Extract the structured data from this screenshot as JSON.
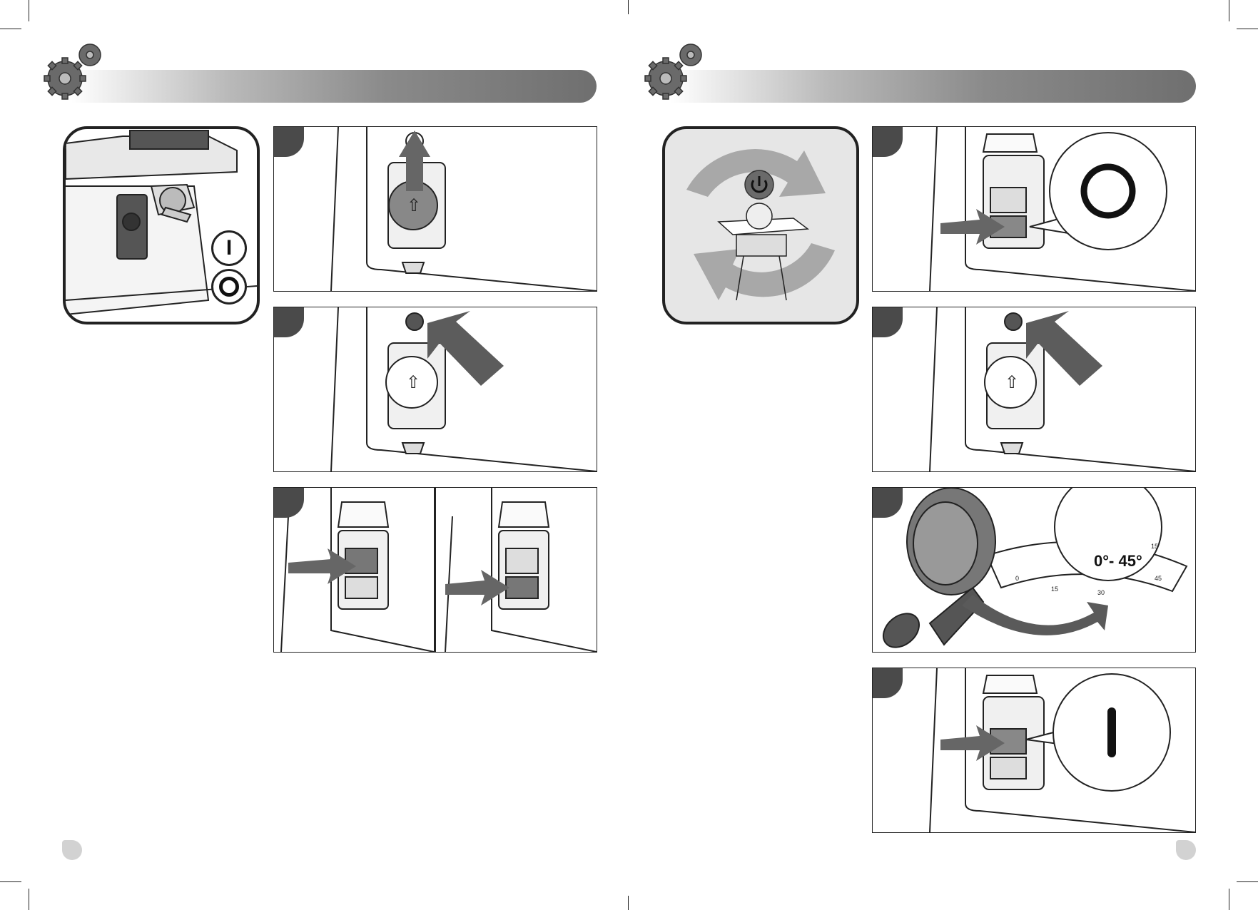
{
  "symbols": {
    "on": "I",
    "off": "O",
    "arrow": "⇧"
  },
  "angle_label": "0°- 45°",
  "scale_ticks": [
    "0",
    "15",
    "15",
    "30",
    "45"
  ],
  "icons": [
    "gears-icon",
    "power-icon",
    "saw-icon",
    "arrow-icon",
    "rotate-icon"
  ],
  "colors": {
    "panel_dark": "#4a4a4a",
    "arrow_dark": "#555555",
    "background_gray": "#e6e6e6",
    "page_marker": "#d2d2d2"
  }
}
